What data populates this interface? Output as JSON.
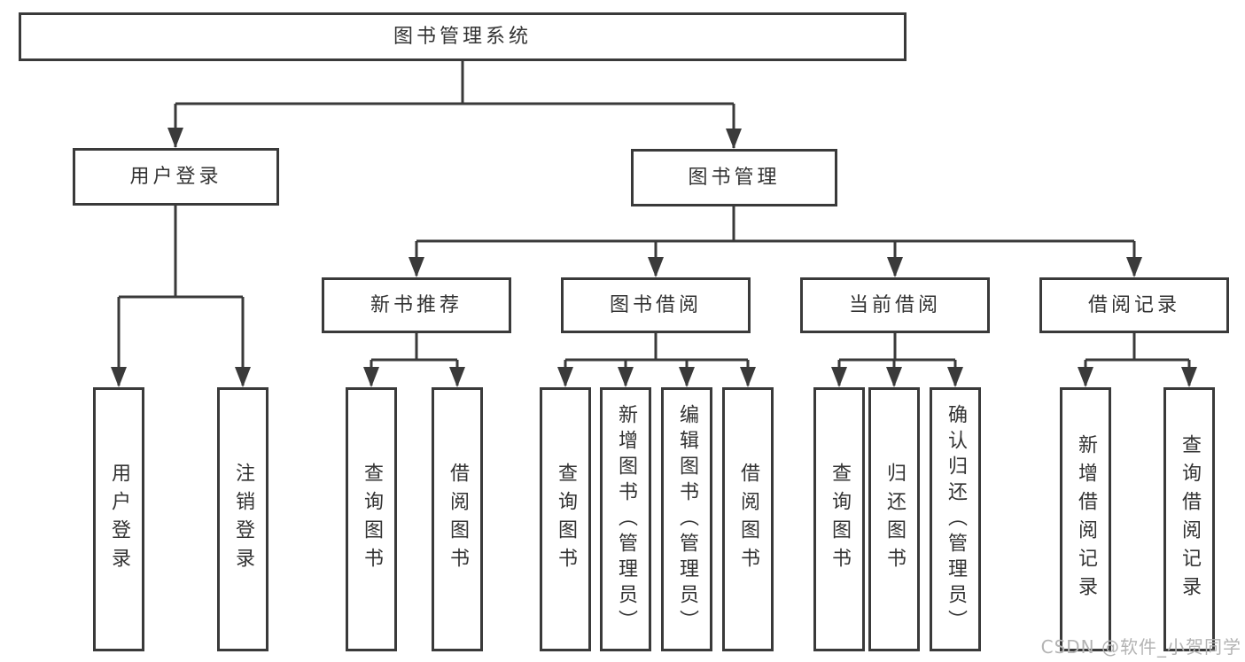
{
  "diagram": {
    "type": "tree",
    "root": {
      "label": "图书管理系统",
      "children": [
        {
          "label": "用户登录",
          "children": [
            {
              "label": "用户登录"
            },
            {
              "label": "注销登录"
            }
          ]
        },
        {
          "label": "图书管理",
          "children": [
            {
              "label": "新书推荐",
              "children": [
                {
                  "label": "查询图书"
                },
                {
                  "label": "借阅图书"
                }
              ]
            },
            {
              "label": "图书借阅",
              "children": [
                {
                  "label": "查询图书"
                },
                {
                  "label": "新增图书（管理员）"
                },
                {
                  "label": "编辑图书（管理员）"
                },
                {
                  "label": "借阅图书"
                }
              ]
            },
            {
              "label": "当前借阅",
              "children": [
                {
                  "label": "查询图书"
                },
                {
                  "label": "归还图书"
                },
                {
                  "label": "确认归还（管理员）"
                }
              ]
            },
            {
              "label": "借阅记录",
              "children": [
                {
                  "label": "新增借阅记录"
                },
                {
                  "label": "查询借阅记录"
                }
              ]
            }
          ]
        }
      ]
    },
    "colors": {
      "line": "#3a3a3a",
      "border": "#3a3a3a",
      "text": "#333333",
      "background": "#ffffff",
      "watermark": "#b3b3b3"
    }
  },
  "watermark": {
    "text": "CSDN @软件_小贺同学"
  }
}
